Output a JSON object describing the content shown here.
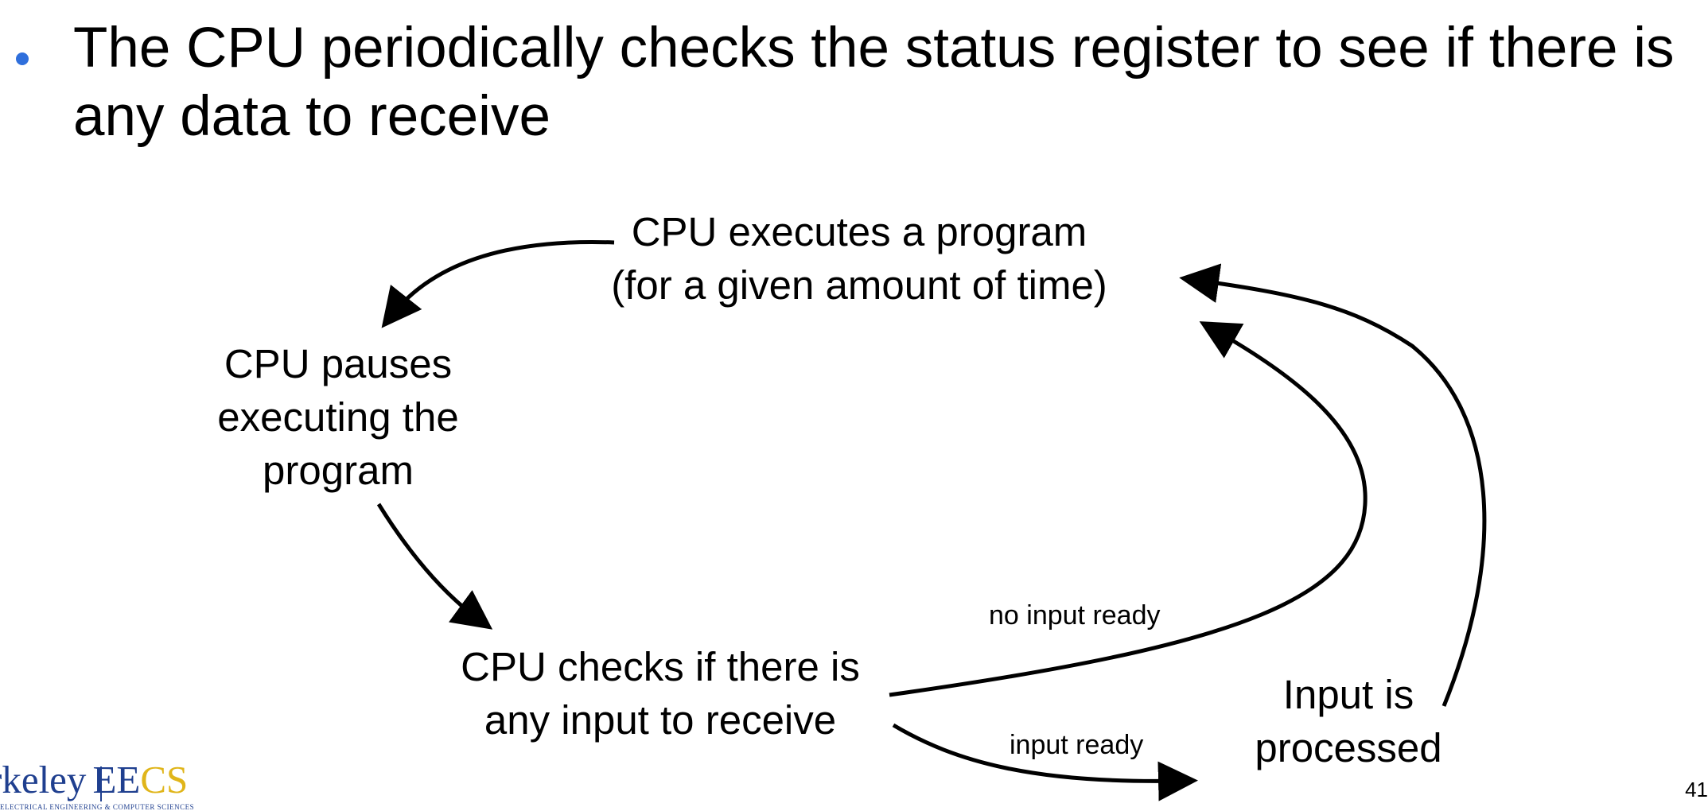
{
  "slide": {
    "bullet": "The CPU periodically checks the status register to see if there is any data to receive",
    "page_number": "41"
  },
  "diagram": {
    "nodes": {
      "executes": "CPU executes a program\n(for a given amount of time)",
      "pauses": "CPU pauses\nexecuting the\nprogram",
      "checks": "CPU checks if there is\nany input to receive",
      "processed": "Input is\nprocessed"
    },
    "edge_labels": {
      "no_input": "no input ready",
      "input_ready": "input ready"
    }
  },
  "logo": {
    "part1": "rkeley",
    "part2": "EE",
    "part3": "CS",
    "subtitle": "ELECTRICAL ENGINEERING & COMPUTER SCIENCES"
  },
  "colors": {
    "bullet": "#2f6fdc",
    "logo_blue": "#1f3f8f",
    "logo_gold": "#e0b51a"
  }
}
